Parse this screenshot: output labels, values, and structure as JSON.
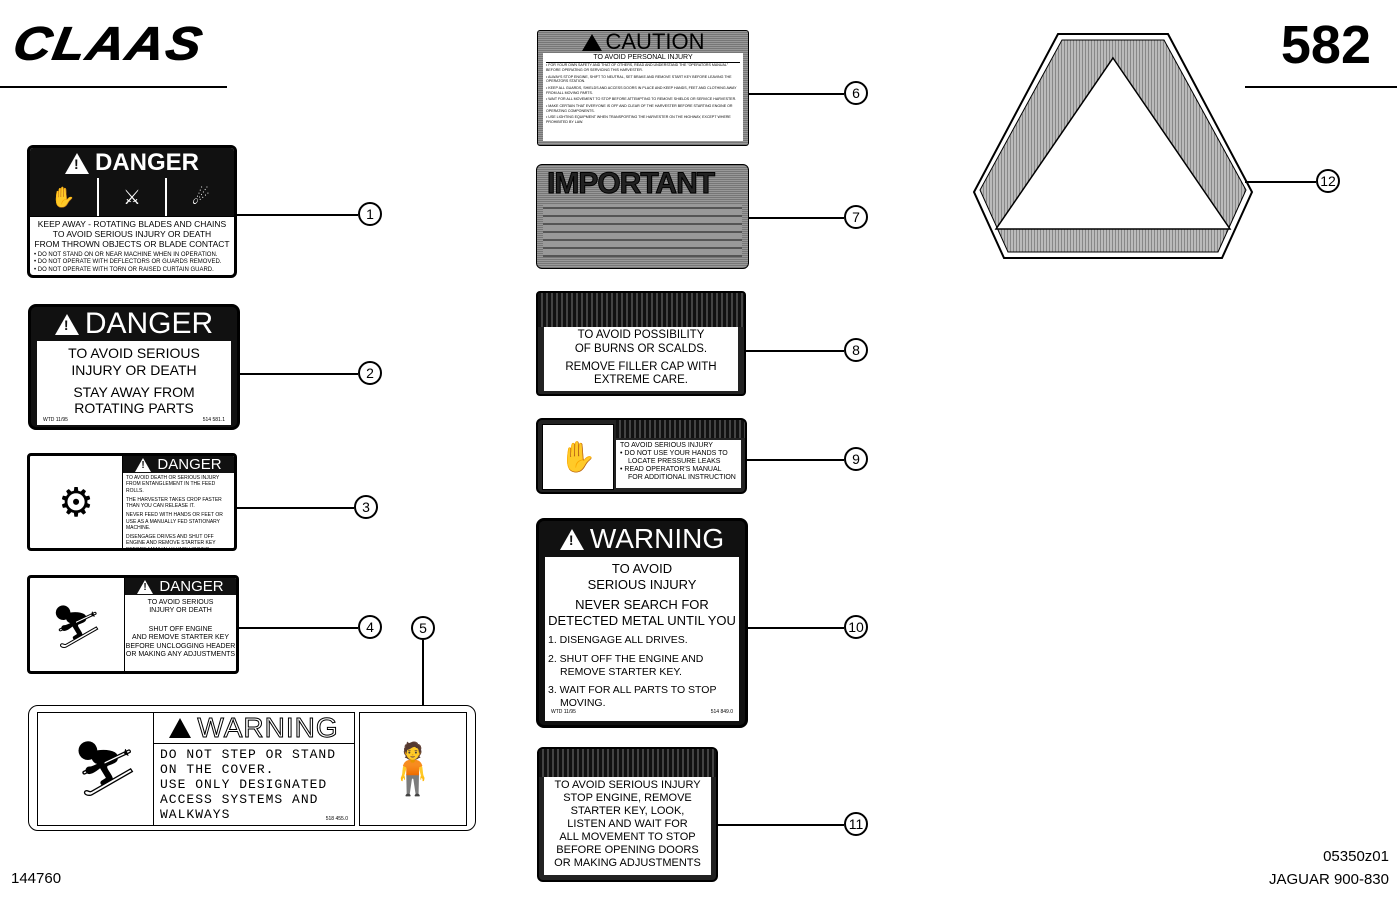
{
  "header": {
    "brand": "CLAAS",
    "page_number": "582"
  },
  "footer": {
    "doc_number": "144760",
    "drawing_ref": "05350z01",
    "model": "JAGUAR 900-830"
  },
  "callouts": [
    "1",
    "2",
    "3",
    "4",
    "5",
    "6",
    "7",
    "8",
    "9",
    "10",
    "11",
    "12"
  ],
  "labels": {
    "l1": {
      "title": "DANGER",
      "line1": "KEEP AWAY - ROTATING BLADES AND CHAINS",
      "line2": "TO AVOID SERIOUS INJURY OR DEATH",
      "line3": "FROM THROWN OBJECTS OR BLADE CONTACT",
      "bullets": [
        "• DO NOT STAND ON OR NEAR MACHINE WHEN IN OPERATION.",
        "• DO NOT OPERATE WITH DEFLECTORS OR GUARDS REMOVED.",
        "• DO NOT OPERATE WITH TORN OR RAISED CURTAIN GUARD."
      ]
    },
    "l2": {
      "title": "DANGER",
      "line1": "TO AVOID SERIOUS",
      "line2": "INJURY OR DEATH",
      "line3": "STAY AWAY FROM",
      "line4": "ROTATING PARTS",
      "code_left": "WTD 11/95",
      "code_right": "514 581.1"
    },
    "l3": {
      "title": "DANGER",
      "p1": "TO AVOID DEATH OR SERIOUS INJURY FROM ENTANGLEMENT IN THE FEED ROLLS.",
      "p2": "THE HARVESTER TAKES CROP FASTER THAN YOU CAN RELEASE IT.",
      "p3": "NEVER FEED WITH HANDS OR FEET OR USE AS A MANUALLY FED STATIONARY MACHINE.",
      "p4": "DISENGAGE DRIVES AND SHUT OFF ENGINE AND REMOVE STARTER KEY BEFORE MANUALLY UNPLUGGING."
    },
    "l4": {
      "title": "DANGER",
      "line1": "TO AVOID SERIOUS",
      "line2": "INJURY OR DEATH",
      "line3": "SHUT OFF ENGINE",
      "line4": "AND REMOVE STARTER KEY",
      "line5": "BEFORE UNCLOGGING HEADER",
      "line6": "OR MAKING ANY ADJUSTMENTS"
    },
    "l5": {
      "title": "WARNING",
      "line1": "DO NOT STEP OR STAND",
      "line2": "ON THE COVER.",
      "line3": "USE ONLY DESIGNATED",
      "line4": "ACCESS SYSTEMS AND",
      "line5": "WALKWAYS",
      "code": "518 455.0"
    },
    "l6": {
      "title": "CAUTION",
      "subtitle": "TO AVOID PERSONAL INJURY",
      "bullets": [
        "• FOR YOUR OWN SAFETY AND THAT OF OTHERS, READ AND UNDERSTAND THE \"OPERATORS MANUAL\" BEFORE OPERATING OR SERVICING THIS HARVESTER.",
        "• ALWAYS STOP ENGINE, SHIFT TO NEUTRAL, SET BRAKE AND REMOVE START KEY BEFORE LEAVING THE OPERATORS STATION.",
        "• KEEP ALL GUARDS, SHIELDS AND ACCESS DOORS IN PLACE AND KEEP HANDS, FEET AND CLOTHING AWAY FROM ALL MOVING PARTS.",
        "• WAIT FOR ALL MOVEMENT TO STOP BEFORE ATTEMPTING TO REMOVE SHIELDS OR SERVICE HARVESTER.",
        "• MAKE CERTAIN THAT EVERYONE IS OFF AND CLEAR OF THE HARVESTER BEFORE STARTING ENGINE OR OPERATING COMPONENTS.",
        "• USE LIGHTING EQUIPMENT WHEN TRANSPORTING THE HARVESTER ON THE HIGHWAY, EXCEPT WHERE PROHIBITED BY LAW."
      ]
    },
    "l7": {
      "title": "IMPORTANT"
    },
    "l8": {
      "line1": "TO AVOID POSSIBILITY",
      "line2": "OF BURNS OR SCALDS.",
      "line3": "REMOVE FILLER CAP WITH",
      "line4": "EXTREME CARE."
    },
    "l9": {
      "line1": "TO AVOID SERIOUS INJURY",
      "line2": "• DO NOT USE YOUR HANDS TO",
      "line3": "LOCATE PRESSURE LEAKS",
      "line4": "• READ OPERATOR'S MANUAL",
      "line5": "FOR ADDITIONAL INSTRUCTION"
    },
    "l10": {
      "title": "WARNING",
      "line1": "TO AVOID",
      "line2": "SERIOUS INJURY",
      "line3": "NEVER SEARCH FOR",
      "line4": "DETECTED METAL UNTIL YOU",
      "step1": "1. DISENGAGE ALL DRIVES.",
      "step2": "2. SHUT OFF THE ENGINE AND",
      "step2b": "REMOVE STARTER KEY.",
      "step3": "3. WAIT FOR ALL PARTS TO STOP",
      "step3b": "MOVING.",
      "code_left": "WTD 11/95",
      "code_right": "514 849.0"
    },
    "l11": {
      "line1": "TO AVOID SERIOUS INJURY",
      "line2": "STOP ENGINE, REMOVE",
      "line3": "STARTER KEY, LOOK,",
      "line4": "LISTEN AND WAIT FOR",
      "line5": "ALL MOVEMENT TO STOP",
      "line6": "BEFORE OPENING DOORS",
      "line7": "OR MAKING ADJUSTMENTS"
    }
  }
}
